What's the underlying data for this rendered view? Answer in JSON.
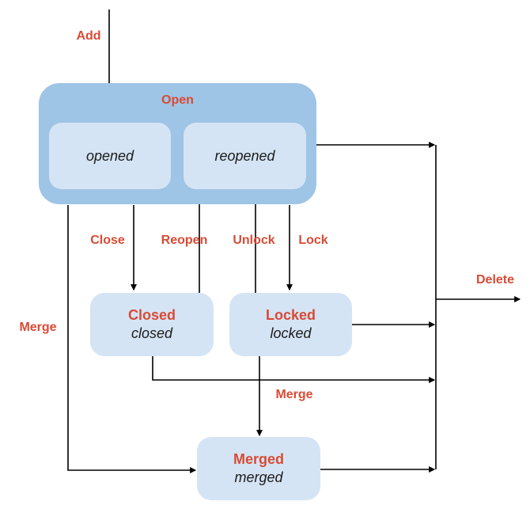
{
  "colors": {
    "background": "#ffffff",
    "group_fill": "#9ec4e6",
    "state_fill": "#d5e4f4",
    "action_red": "#d84b35",
    "state_text": "#1c1c1c",
    "line": "#000000"
  },
  "open_group": {
    "label": "Open",
    "states": [
      {
        "name": "opened"
      },
      {
        "name": "reopened"
      }
    ]
  },
  "states": [
    {
      "title": "Closed",
      "subtitle": "closed"
    },
    {
      "title": "Locked",
      "subtitle": "locked"
    },
    {
      "title": "Merged",
      "subtitle": "merged"
    }
  ],
  "transitions": {
    "add": "Add",
    "close": "Close",
    "reopen": "Reopen",
    "unlock": "Unlock",
    "lock": "Lock",
    "merge_left": "Merge",
    "merge_mid": "Merge",
    "delete": "Delete"
  }
}
